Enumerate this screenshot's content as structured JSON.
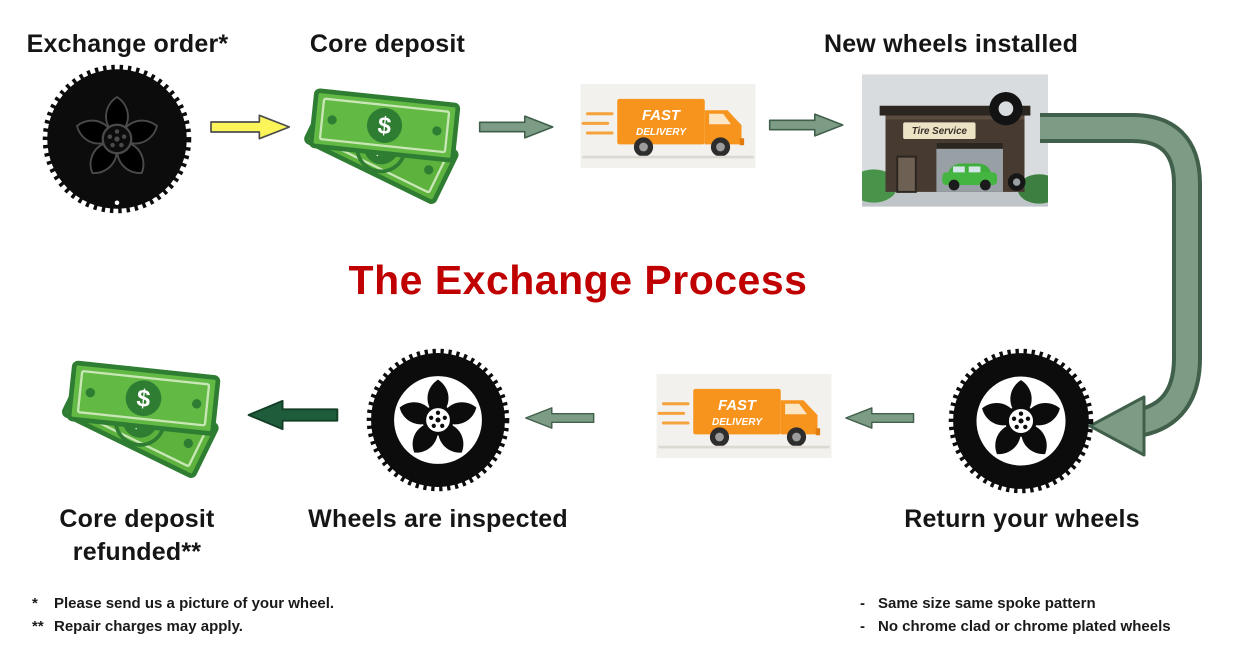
{
  "title": {
    "text": "The Exchange Process",
    "color": "#C00000"
  },
  "steps": {
    "exchange_order": "Exchange order*",
    "core_deposit": "Core deposit",
    "new_wheels_installed": "New wheels installed",
    "return_your_wheels": "Return your wheels",
    "wheels_are_inspected": "Wheels are inspected",
    "core_deposit_refunded": {
      "line1": "Core deposit",
      "line2": "refunded**"
    }
  },
  "truck": {
    "line1": "FAST",
    "line2": "DELIVERY"
  },
  "shop": {
    "sign": "Tire Service"
  },
  "money": {
    "currency": "$"
  },
  "footnotes_left": [
    {
      "marker": "*",
      "text": "Please send us a picture of your wheel."
    },
    {
      "marker": "**",
      "text": "Repair charges may apply."
    }
  ],
  "footnotes_right": [
    {
      "marker": "-",
      "text": "Same size same spoke pattern"
    },
    {
      "marker": "-",
      "text": "No chrome clad or chrome plated wheels"
    }
  ],
  "colors": {
    "title_red": "#C00000",
    "arrow_yellow": "#FBF55A",
    "arrow_sage_green": "#7D9C86",
    "arrow_dark_green": "#1F5C3B",
    "money_green": "#5CB23C",
    "money_dark_green": "#2F7D32",
    "truck_orange": "#F7941D",
    "wheel_black": "#0C0C0C"
  }
}
